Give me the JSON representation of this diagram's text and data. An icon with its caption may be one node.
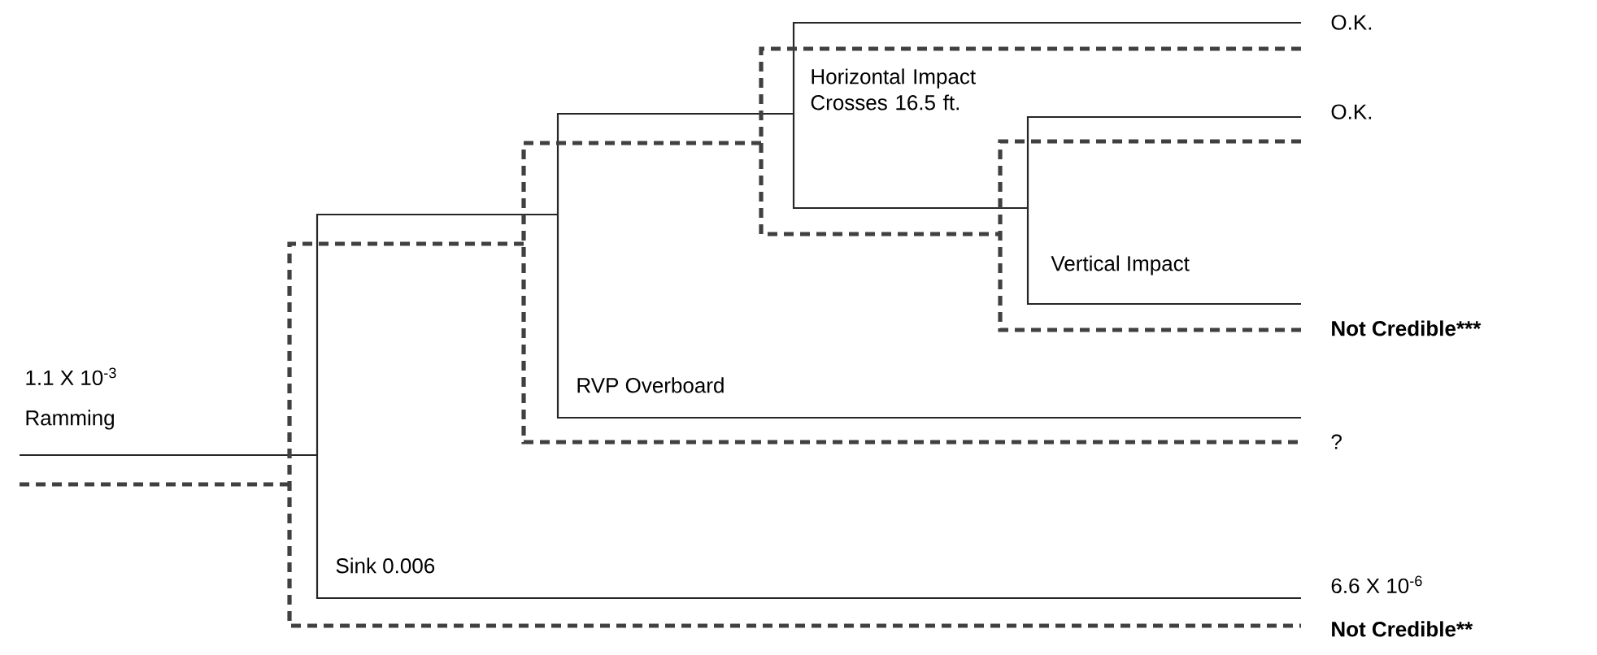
{
  "diagram": {
    "labels": [
      "O.K.",
      "Horizontal Impact Crosses 16.5 ft.",
      "O.K.",
      "Vertical Impact",
      "Not Credible***",
      "1.1 X 10$^{-3}$",
      "RVP Overboard",
      "Ramming",
      "?",
      "Sink 0.006",
      "6.6 X 10$^{-6}$",
      "Not Credible**"
    ]
  }
}
